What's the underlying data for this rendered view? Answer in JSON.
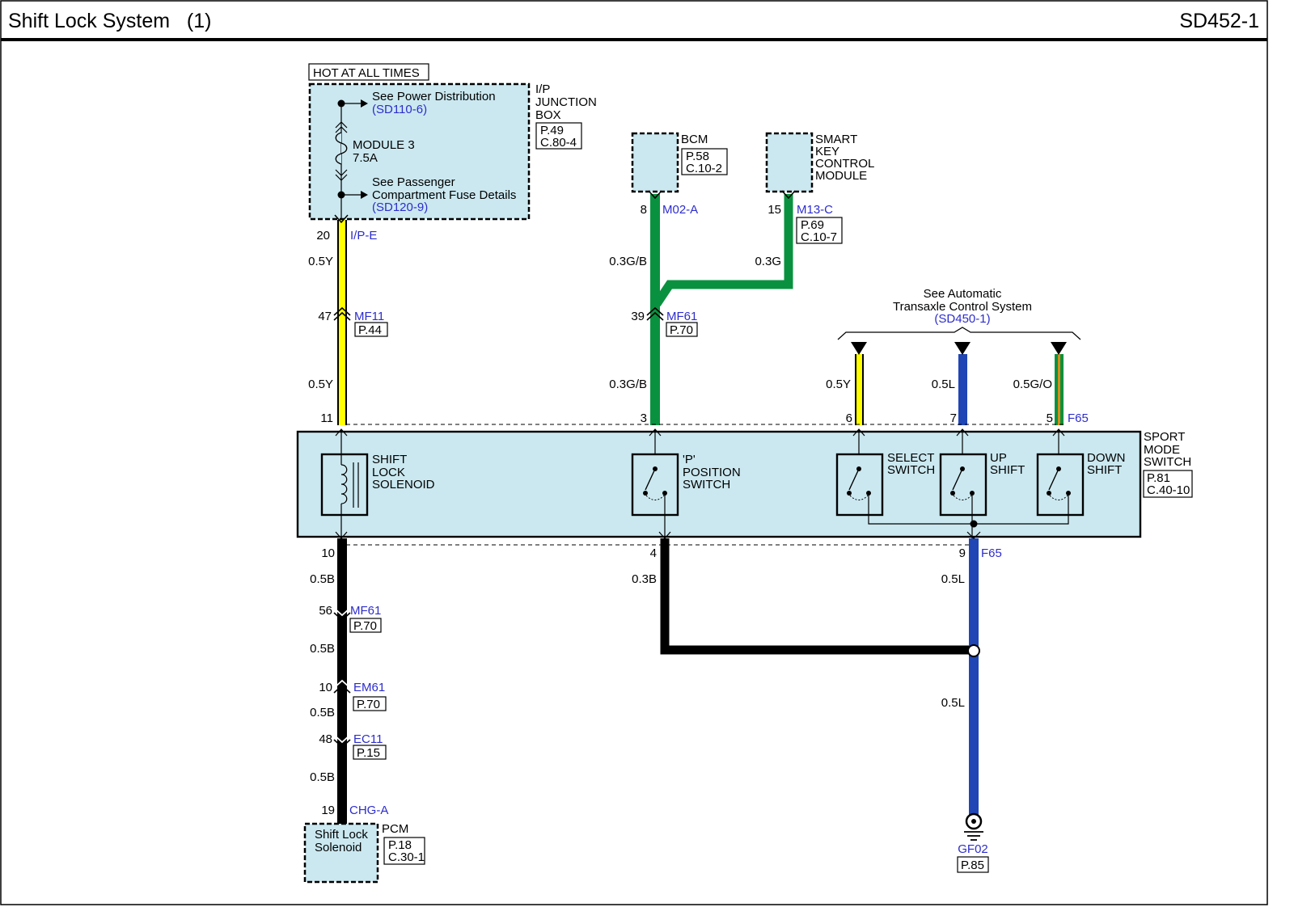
{
  "header": {
    "title": "Shift Lock System   (1)",
    "code": "SD452-1"
  },
  "hot_label": "HOT AT ALL TIMES",
  "junction_box": {
    "name_lines": [
      "I/P",
      "JUNCTION",
      "BOX"
    ],
    "page": "P.49",
    "conn": "C.80-4",
    "power_ref": "See Power Distribution",
    "power_code": "(SD110-6)",
    "fuse_lines": [
      "MODULE 3",
      "7.5A"
    ],
    "pass_ref_lines": [
      "See Passenger",
      "Compartment Fuse Details"
    ],
    "pass_code": "(SD120-9)"
  },
  "bcm": {
    "name": "BCM",
    "page": "P.58",
    "conn": "C.10-2"
  },
  "skcm": {
    "name_lines": [
      "SMART",
      "KEY",
      "CONTROL",
      "MODULE"
    ],
    "page": "P.69",
    "conn": "C.10-7"
  },
  "atcs": {
    "lines": [
      "See Automatic",
      "Transaxle Control System"
    ],
    "code": "(SD450-1)"
  },
  "sport_switch": {
    "name_lines": [
      "SPORT",
      "MODE",
      "SWITCH"
    ],
    "page": "P.81",
    "conn": "C.40-10"
  },
  "shift_lock_solenoid": {
    "lines": [
      "SHIFT",
      "LOCK",
      "SOLENOID"
    ]
  },
  "p_switch": {
    "lines": [
      "'P'",
      "POSITION",
      "SWITCH"
    ]
  },
  "select_switch": {
    "lines": [
      "SELECT",
      "SWITCH"
    ]
  },
  "up_shift": {
    "lines": [
      "UP",
      "SHIFT"
    ]
  },
  "down_shift": {
    "lines": [
      "DOWN",
      "SHIFT"
    ]
  },
  "pcm": {
    "name": "PCM",
    "inner_lines": [
      "Shift Lock",
      "Solenoid"
    ],
    "page": "P.18",
    "conn": "C.30-1"
  },
  "ground": {
    "code": "GF02",
    "page": "P.85"
  },
  "connectors": {
    "ipe": {
      "pin": "20",
      "code": "I/P-E"
    },
    "mf11": {
      "pin": "47",
      "code": "MF11",
      "page": "P.44"
    },
    "p11": {
      "pin": "11"
    },
    "m02a": {
      "pin": "8",
      "code": "M02-A"
    },
    "m13c": {
      "pin": "15",
      "code": "M13-C"
    },
    "mf61_top": {
      "pin": "39",
      "code": "MF61",
      "page": "P.70"
    },
    "p3": {
      "pin": "3"
    },
    "p6": {
      "pin": "6"
    },
    "p7": {
      "pin": "7"
    },
    "f65_top": {
      "pin": "5",
      "code": "F65"
    },
    "p10": {
      "pin": "10"
    },
    "p4": {
      "pin": "4"
    },
    "f65_bottom": {
      "pin": "9",
      "code": "F65"
    },
    "mf61_bottom": {
      "pin": "56",
      "code": "MF61",
      "page": "P.70"
    },
    "em61": {
      "pin": "10",
      "code": "EM61",
      "page": "P.70"
    },
    "ec11": {
      "pin": "48",
      "code": "EC11",
      "page": "P.15"
    },
    "chga": {
      "pin": "19",
      "code": "CHG-A"
    }
  },
  "wires": {
    "y1": "0.5Y",
    "y2": "0.5Y",
    "gb1": "0.3G/B",
    "gb2": "0.3G/B",
    "g": "0.3G",
    "sy": "0.5Y",
    "sl": "0.5L",
    "sgo": "0.5G/O",
    "b1": "0.5B",
    "b2": "0.5B",
    "b3": "0.5B",
    "b4": "0.5B",
    "b03": "0.3B",
    "l1": "0.5L",
    "l2": "0.5L"
  },
  "colors": {
    "yellow": "#ffff00",
    "green": "#0a9140",
    "blue": "#1f46b4",
    "black": "#000000",
    "orange": "#d98c1a",
    "component_fill": "#cbe8f0",
    "link_blue": "#2d2dcc"
  }
}
